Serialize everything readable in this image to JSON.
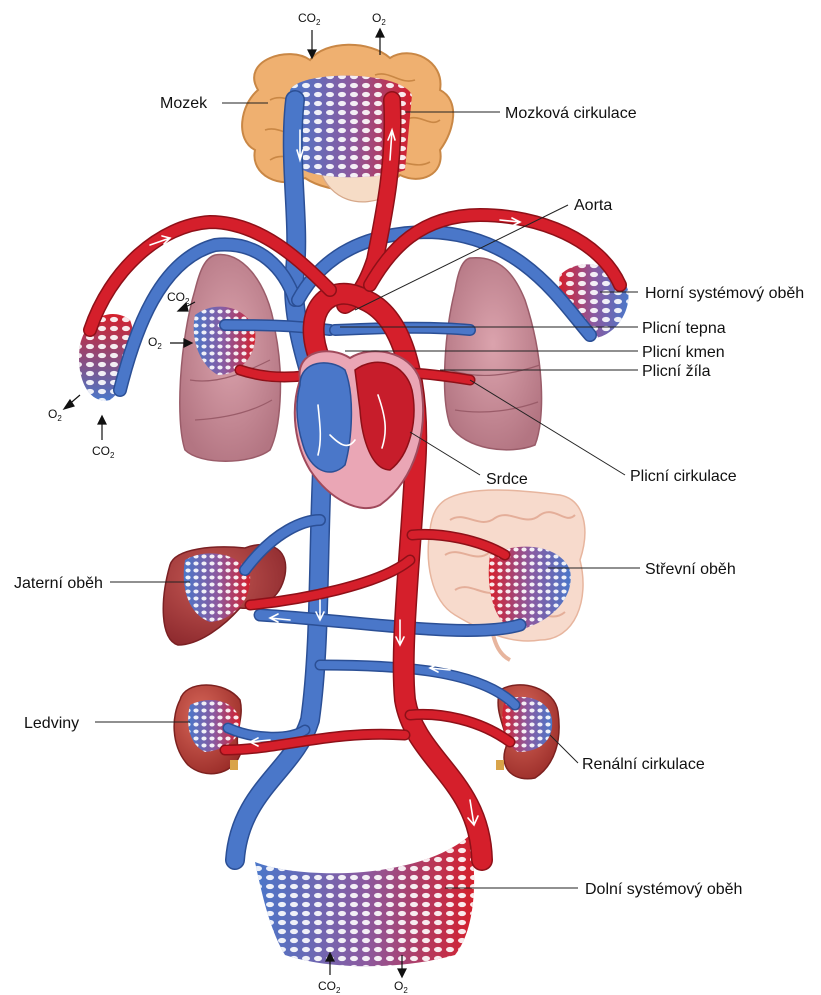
{
  "labels": {
    "mozek": "Mozek",
    "mozkova_cirkulace": "Mozková cirkulace",
    "aorta": "Aorta",
    "horni_systemovy_obeh": "Horní systémový oběh",
    "plicni_tepna": "Plicní tepna",
    "plicni_kmen": "Plicní kmen",
    "plicni_zila": "Plicní žíla",
    "srdce": "Srdce",
    "plicni_cirkulace": "Plicní cirkulace",
    "jaterni_obeh": "Jaterní oběh",
    "strevni_obeh": "Střevní oběh",
    "ledviny": "Ledviny",
    "renalni_cirkulace": "Renální cirkulace",
    "dolni_systemovy_obeh": "Dolní systémový oběh"
  },
  "gases": {
    "co2_main": "CO",
    "o2_main": "O",
    "subscript": "2"
  },
  "colors": {
    "artery": "#d51f2b",
    "vein": "#4a77c9",
    "organ_brain": "#efb070",
    "organ_lung": "#c98e9a",
    "organ_liver": "#a9383a",
    "organ_kidney": "#b94438",
    "organ_intestine": "#f2c3b2"
  }
}
